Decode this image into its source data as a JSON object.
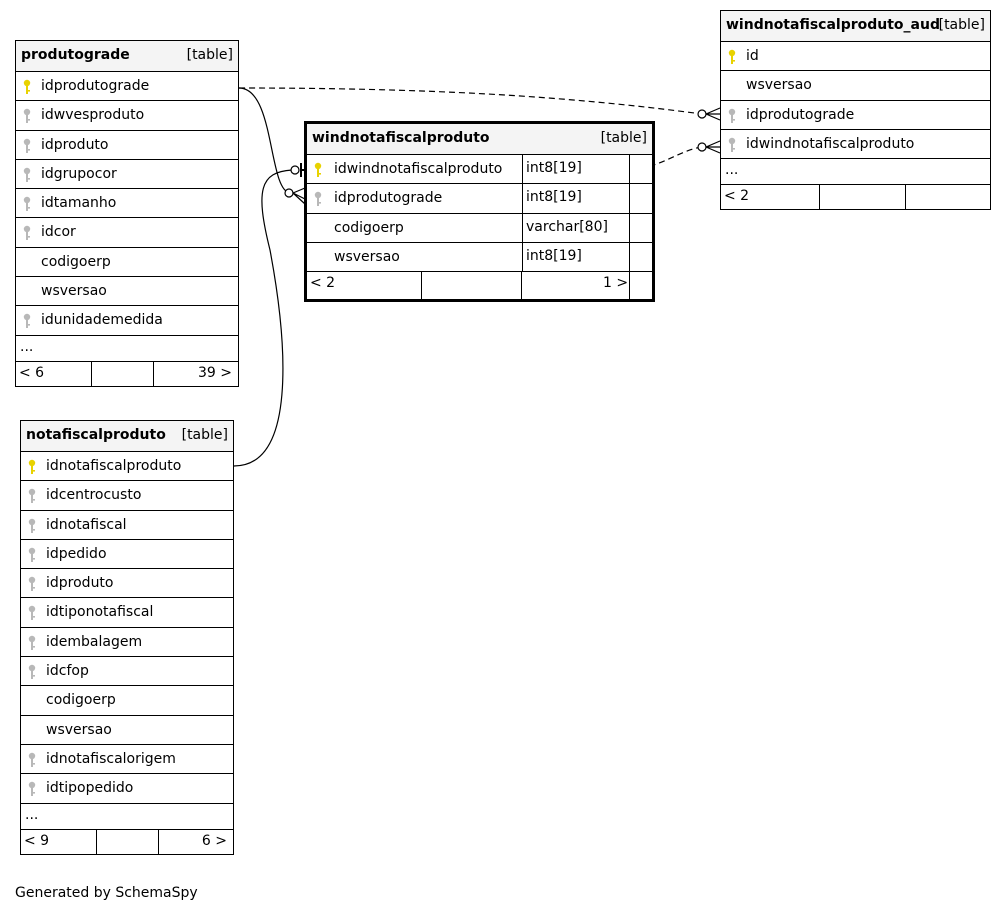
{
  "tables": {
    "produtograde": {
      "name": "produtograde",
      "type": "[table]",
      "columns": [
        "idprodutograde",
        "idwvesproduto",
        "idproduto",
        "idgrupocor",
        "idtamanho",
        "idcor",
        "codigoerp",
        "wsversao",
        "idunidademedida"
      ],
      "keys": [
        "primary",
        "foreign",
        "foreign",
        "foreign",
        "foreign",
        "foreign",
        "none",
        "none",
        "foreign"
      ],
      "ellipsis": "...",
      "footer_left": "< 6",
      "footer_right": "39 >"
    },
    "notafiscalproduto": {
      "name": "notafiscalproduto",
      "type": "[table]",
      "columns": [
        "idnotafiscalproduto",
        "idcentrocusto",
        "idnotafiscal",
        "idpedido",
        "idproduto",
        "idtiponotafiscal",
        "idembalagem",
        "idcfop",
        "codigoerp",
        "wsversao",
        "idnotafiscalorigem",
        "idtipopedido"
      ],
      "keys": [
        "primary",
        "foreign",
        "foreign",
        "foreign",
        "foreign",
        "foreign",
        "foreign",
        "foreign",
        "none",
        "none",
        "foreign",
        "foreign"
      ],
      "ellipsis": "...",
      "footer_left": "< 9",
      "footer_right": "6 >"
    },
    "windnotafiscalproduto": {
      "name": "windnotafiscalproduto",
      "type": "[table]",
      "columns": [
        "idwindnotafiscalproduto",
        "idprodutograde",
        "codigoerp",
        "wsversao"
      ],
      "types": [
        "int8[19]",
        "int8[19]",
        "varchar[80]",
        "int8[19]"
      ],
      "keys": [
        "primary",
        "foreign",
        "none",
        "none"
      ],
      "footer_left": "< 2",
      "footer_right": "1 >"
    },
    "windnotafiscalproduto_aud": {
      "name": "windnotafiscalproduto_aud",
      "type": "[table]",
      "columns": [
        "id",
        "wsversao",
        "idprodutograde",
        "idwindnotafiscalproduto"
      ],
      "keys": [
        "primary",
        "none",
        "foreign",
        "foreign"
      ],
      "ellipsis": "...",
      "footer_left": "< 2",
      "footer_right": ""
    }
  },
  "colors": {
    "primary_key": "#e8d200",
    "foreign_key": "#b8b8b8",
    "header_bg": "#f4f4f4"
  },
  "footer_text": "Generated by SchemaSpy"
}
